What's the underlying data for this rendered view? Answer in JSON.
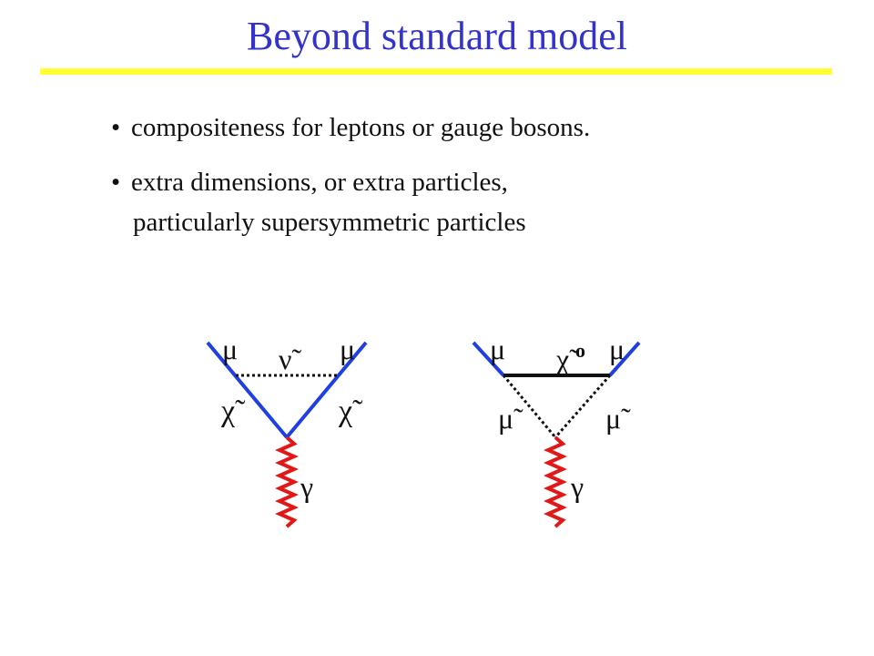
{
  "slide": {
    "title": "Beyond standard model",
    "accent_colors": {
      "title": "#3333cc",
      "rule": "#ffff33",
      "fermion_line": "#1f3fe0",
      "photon_line": "#e01818"
    }
  },
  "bullets": [
    {
      "lines": [
        "compositeness for leptons or gauge bosons."
      ]
    },
    {
      "lines": [
        "extra dimensions, or extra particles,",
        "particularly supersymmetric particles"
      ]
    }
  ],
  "diagrams": [
    {
      "name": "sneutrino-loop",
      "labels": {
        "mu_left": "μ",
        "mu_right": "μ",
        "loop_top": "ν̃",
        "side_left": "χ̃",
        "side_right": "χ̃",
        "photon": "γ"
      }
    },
    {
      "name": "neutralino-loop",
      "labels": {
        "mu_left": "μ",
        "mu_right": "μ",
        "loop_top": "χ̃",
        "loop_top_super": "o",
        "side_left": "μ̃",
        "side_right": "μ̃",
        "photon": "γ"
      }
    }
  ]
}
